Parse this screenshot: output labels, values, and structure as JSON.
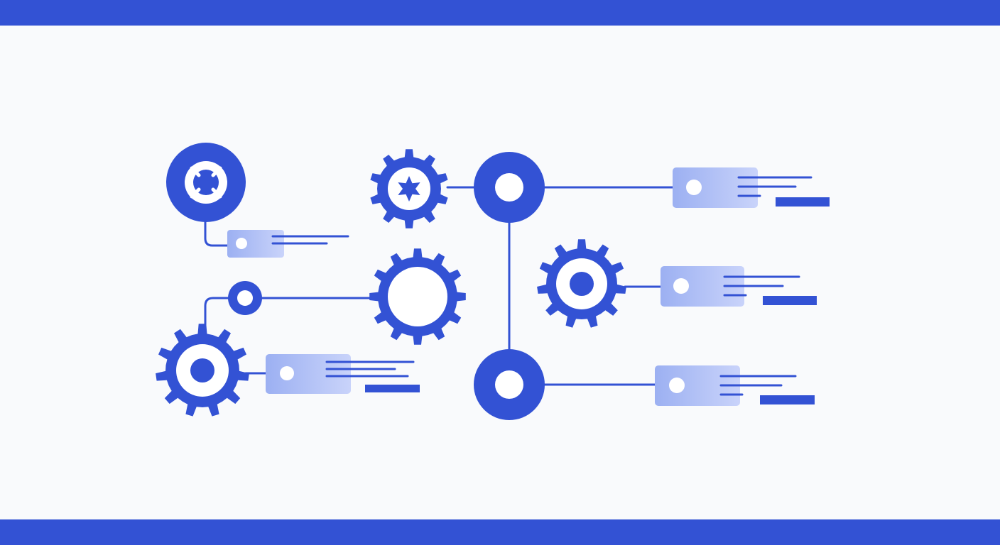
{
  "colors": {
    "primary": "#3352d4",
    "card_start": "#9cb0f2",
    "card_end": "#c9d3fa",
    "background": "#f9fafc",
    "band": "#3352d4"
  },
  "nodes": [
    {
      "id": "target-node",
      "icon": "target-icon"
    },
    {
      "id": "small-gear-node",
      "icon": "gear-icon"
    },
    {
      "id": "hub-top",
      "icon": "ring-icon"
    },
    {
      "id": "hub-bottom",
      "icon": "ring-icon"
    },
    {
      "id": "large-ring-gear",
      "icon": "gear-icon"
    },
    {
      "id": "small-junction",
      "icon": "ring-icon"
    },
    {
      "id": "bottom-left-gear",
      "icon": "gear-icon"
    },
    {
      "id": "right-gear",
      "icon": "gear-icon"
    }
  ],
  "cards": [
    {
      "id": "card-top-left",
      "icon": "dot-icon"
    },
    {
      "id": "card-bottom-left",
      "icon": "dot-icon"
    },
    {
      "id": "card-right-1",
      "icon": "dot-icon"
    },
    {
      "id": "card-right-2",
      "icon": "dot-icon"
    },
    {
      "id": "card-right-3",
      "icon": "dot-icon"
    }
  ]
}
